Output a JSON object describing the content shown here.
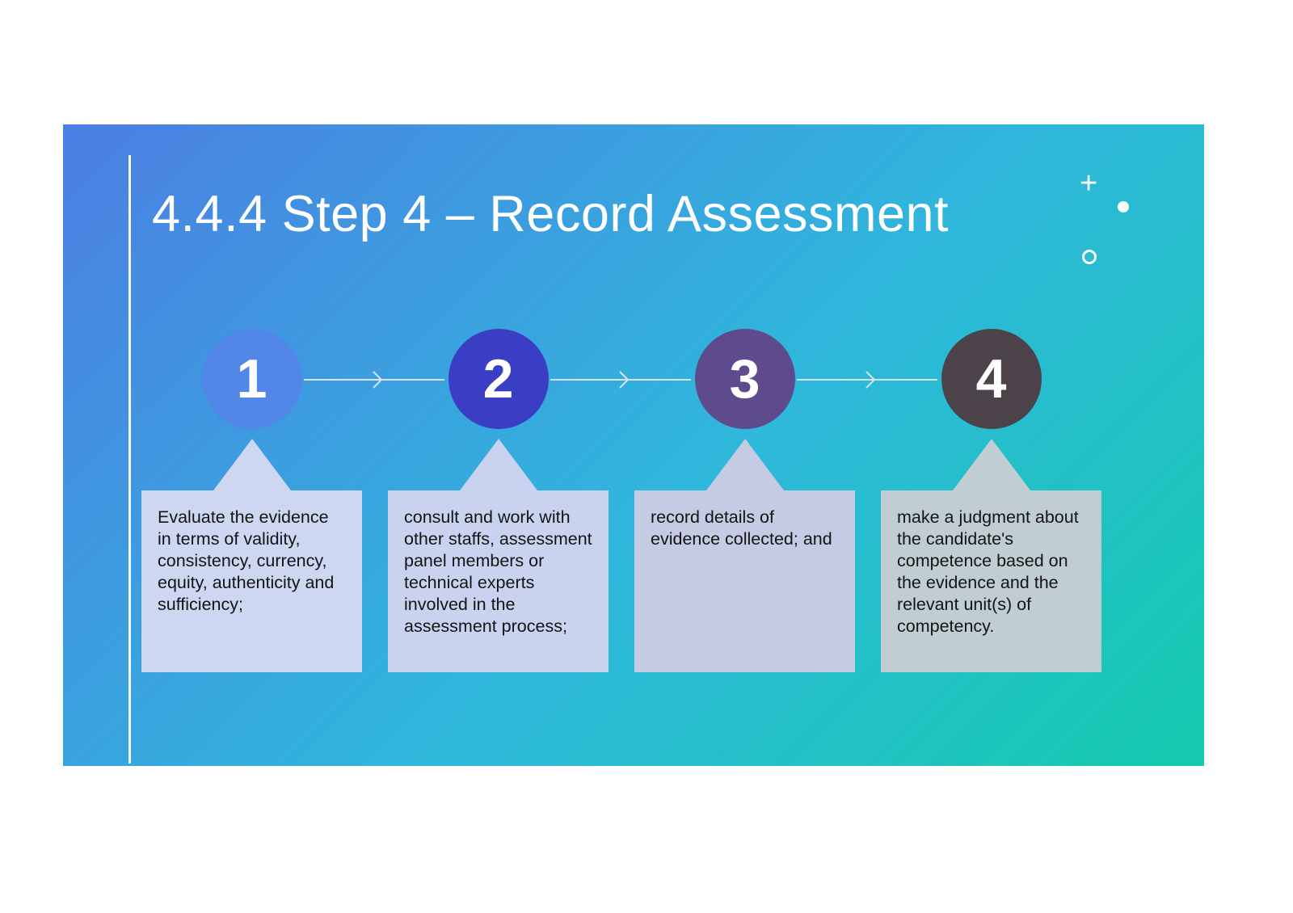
{
  "slide": {
    "title": "4.4.4 Step 4 – Record Assessment",
    "steps": [
      {
        "number": "1",
        "circle_color": "#5287e8",
        "box_color": "#cdd7f2",
        "text": "Evaluate the evidence in terms of validity, consistency, currency, equity, authenticity and sufficiency;"
      },
      {
        "number": "2",
        "circle_color": "#3a3ec4",
        "box_color": "#c9d3ef",
        "text": "consult and work with other staffs, assessment panel members or technical experts involved in the assessment process;"
      },
      {
        "number": "3",
        "circle_color": "#5d4b8e",
        "box_color": "#c5cbe3",
        "text": "record details of evidence collected; and"
      },
      {
        "number": "4",
        "circle_color": "#4b4349",
        "box_color": "#c0cdd3",
        "text": "make a judgment about the candidate's competence based on the evidence and the relevant unit(s) of competency."
      }
    ],
    "decor": {
      "plus_glyph": "+"
    },
    "colors": {
      "gradient_start": "#4c7ee3",
      "gradient_mid": "#2fb7dc",
      "gradient_end": "#14cbae",
      "connector_line": "#d9e2f2",
      "title_text": "#ffffff",
      "box_text": "#141414",
      "accent_line": "#f4f7fb"
    }
  }
}
